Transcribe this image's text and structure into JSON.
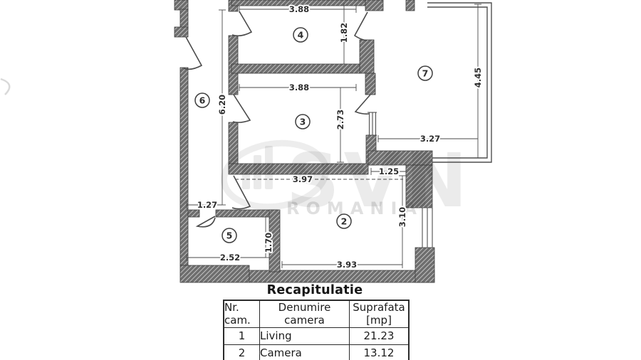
{
  "watermark": {
    "brand": "SVN",
    "country": "ROMANIA"
  },
  "plan": {
    "room_numbers": {
      "living": "2",
      "camera3": "3",
      "camera4": "4",
      "bath": "5",
      "hall": "6",
      "balcony": "7"
    },
    "dims": {
      "room4_width": "3.88",
      "room4_height": "1.82",
      "room3_width": "3.88",
      "room3_height": "2.73",
      "hall_height": "6.20",
      "balcony_height": "4.45",
      "balcony_width": "3.27",
      "wall_offset": "1.25",
      "room2_top_width": "3.97",
      "hall_width": "1.27",
      "room2_height": "3.10",
      "room5_height": "1.70",
      "room5_width": "2.52",
      "room2_width": "3.93"
    }
  },
  "recap": {
    "title": "Recapitulatie",
    "columns": [
      {
        "line1": "Nr.",
        "line2": "cam."
      },
      {
        "line1": "Denumire",
        "line2": "camera"
      },
      {
        "line1": "Suprafata",
        "line2": "[mp]"
      }
    ],
    "rows": [
      {
        "nr": "1",
        "name": "Living",
        "area": "21.23"
      },
      {
        "nr": "2",
        "name": "Camera",
        "area": "13.12"
      }
    ]
  }
}
